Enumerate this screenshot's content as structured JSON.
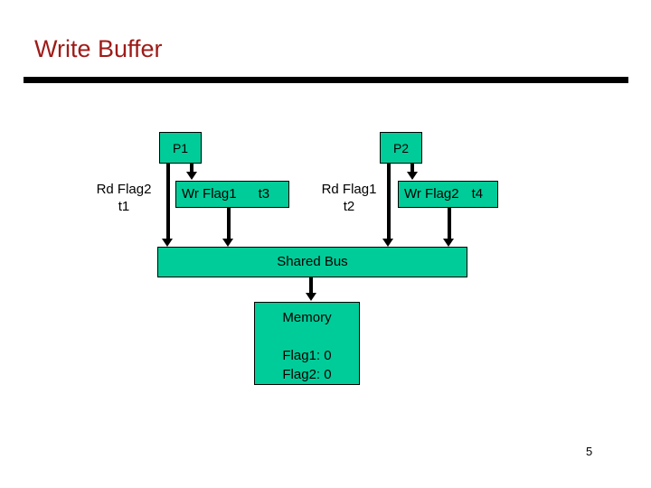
{
  "slide": {
    "title": "Write Buffer",
    "page_number": "5",
    "title_color": "#9E1B18",
    "box_fill_color": "#00CC99",
    "box_border_color": "#000000",
    "line_color": "#000000",
    "background_color": "#FFFFFF"
  },
  "diagram": {
    "type": "block-diagram",
    "processors": [
      {
        "id": "p1",
        "label": "P1"
      },
      {
        "id": "p2",
        "label": "P2"
      }
    ],
    "read_ops": [
      {
        "id": "rd-flag2",
        "op": "Rd Flag2",
        "time": "t1",
        "owner": "P1",
        "boxed": false
      },
      {
        "id": "rd-flag1",
        "op": "Rd Flag1",
        "time": "t2",
        "owner": "P2",
        "boxed": false
      }
    ],
    "write_buffers": [
      {
        "id": "wr-flag1",
        "op": "Wr Flag1",
        "time": "t3",
        "owner": "P1",
        "boxed": true
      },
      {
        "id": "wr-flag2",
        "op": "Wr Flag2",
        "time": "t4",
        "owner": "P2",
        "boxed": true
      }
    ],
    "bus": {
      "label": "Shared Bus"
    },
    "memory": {
      "label": "Memory",
      "entries": [
        {
          "name": "Flag1",
          "value": "0",
          "text": "Flag1: 0"
        },
        {
          "name": "Flag2",
          "value": "0",
          "text": "Flag2: 0"
        }
      ]
    }
  }
}
